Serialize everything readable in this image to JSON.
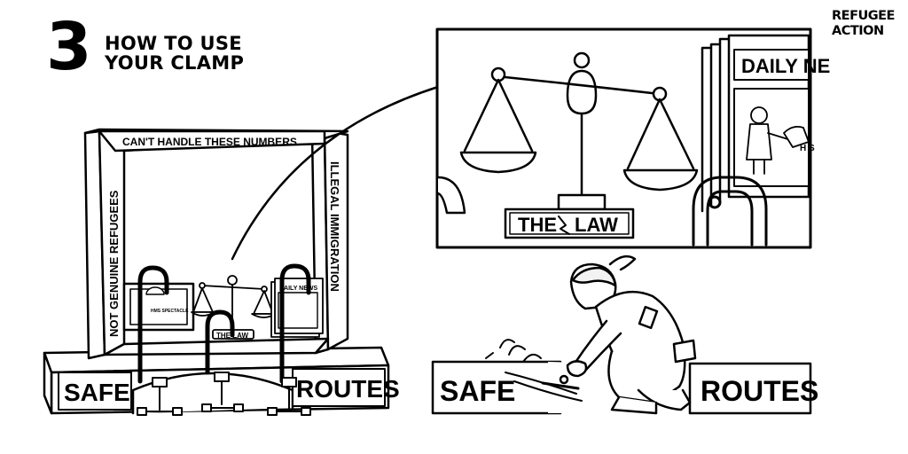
{
  "header": {
    "step_number": "3",
    "title_line1": "HOW TO USE",
    "title_line2": "YOUR CLAMP"
  },
  "logo": {
    "line1": "REFUGEE",
    "line2": "ACTION"
  },
  "left_scene": {
    "frame_top_text": "CAN'T HANDLE THESE NUMBERS",
    "frame_left_text": "NOT GENUINE REFUGEES",
    "frame_right_text": "ILLEGAL IMMIGRATION",
    "mini_law_label": "THE LAW",
    "mini_newspaper": "DAILY NEWS",
    "mini_ship": "HMS SPECTACLE",
    "base_left": "SAFE",
    "base_right": "ROUTES"
  },
  "zoom_panel": {
    "law_label_left": "THE",
    "law_label_right": "LAW",
    "newspaper_title": "DAILY NE",
    "newspaper_side_text": "H S"
  },
  "right_scene": {
    "base_left": "SAFE",
    "base_right": "ROUTES"
  },
  "colors": {
    "ink": "#000000",
    "paper": "#ffffff",
    "tint": "#f2f2f2"
  }
}
